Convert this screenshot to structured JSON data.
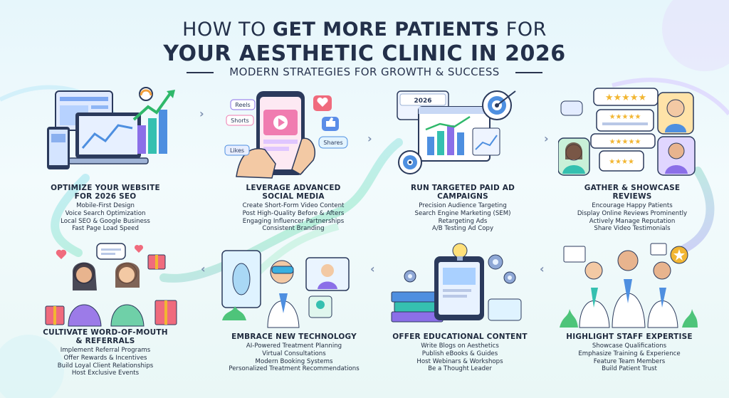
{
  "header": {
    "title_part1": "HOW TO",
    "title_part2": "GET MORE PATIENTS",
    "title_part3": "FOR",
    "title_line2": "YOUR AESTHETIC CLINIC IN 2026",
    "subtitle": "MODERN STRATEGIES FOR GROWTH & SUCCESS"
  },
  "colors": {
    "primary": "#23304a",
    "accent_blue": "#4e8fe0",
    "accent_purple": "#8b6fe8",
    "accent_teal": "#35c0b0",
    "path": "#9ee6c8"
  },
  "illustration_labels": {
    "reels": "Reels",
    "shorts": "Shorts",
    "likes": "Likes",
    "shares": "Shares",
    "year_badge": "2026"
  },
  "cards": [
    {
      "title": "OPTIMIZE YOUR WEBSITE\nFOR 2026 SEO",
      "icon": "laptop-seo-icon",
      "items": [
        "Mobile-First Design",
        "Voice Search Optimization",
        "Local SEO & Google Business",
        "Fast Page Load Speed"
      ]
    },
    {
      "title": "LEVERAGE ADVANCED\nSOCIAL MEDIA",
      "icon": "smartphone-social-icon",
      "items": [
        "Create Short-Form Video Content",
        "Post High-Quality Before & Afters",
        "Engaging Influencer Partnerships",
        "Consistent Branding"
      ]
    },
    {
      "title": "RUN TARGETED PAID AD\nCAMPAIGNS",
      "icon": "target-ads-icon",
      "items": [
        "Precision Audience Targeting",
        "Search Engine Marketing (SEM)",
        "Retargeting Ads",
        "A/B Testing Ad Copy"
      ]
    },
    {
      "title": "GATHER & SHOWCASE\nREVIEWS",
      "icon": "reviews-icon",
      "items": [
        "Encourage Happy Patients",
        "Display Online Reviews Prominently",
        "Actively Manage Reputation",
        "Share Video Testimonials"
      ]
    },
    {
      "title": "CULTIVATE WORD-OF-MOUTH\n& REFERRALS",
      "icon": "referral-people-icon",
      "items": [
        "Implement Referral Programs",
        "Offer Rewards & Incentives",
        "Build Loyal Client Relationships",
        "Host Exclusive Events"
      ]
    },
    {
      "title": "EMBRACE NEW TECHNOLOGY",
      "icon": "vr-technology-icon",
      "items": [
        "AI-Powered Treatment Planning",
        "Virtual Consultations",
        "Modern Booking Systems",
        "Personalized Treatment Recommendations"
      ]
    },
    {
      "title": "OFFER EDUCATIONAL CONTENT",
      "icon": "books-tablet-icon",
      "items": [
        "Write Blogs on Aesthetics",
        "Publish eBooks & Guides",
        "Host Webinars & Workshops",
        "Be a Thought Leader"
      ]
    },
    {
      "title": "HIGHLIGHT STAFF EXPERTISE",
      "icon": "medical-staff-icon",
      "items": [
        "Showcase Qualifications",
        "Emphasize Training & Experience",
        "Feature Team Members",
        "Build Patient Trust"
      ]
    }
  ]
}
